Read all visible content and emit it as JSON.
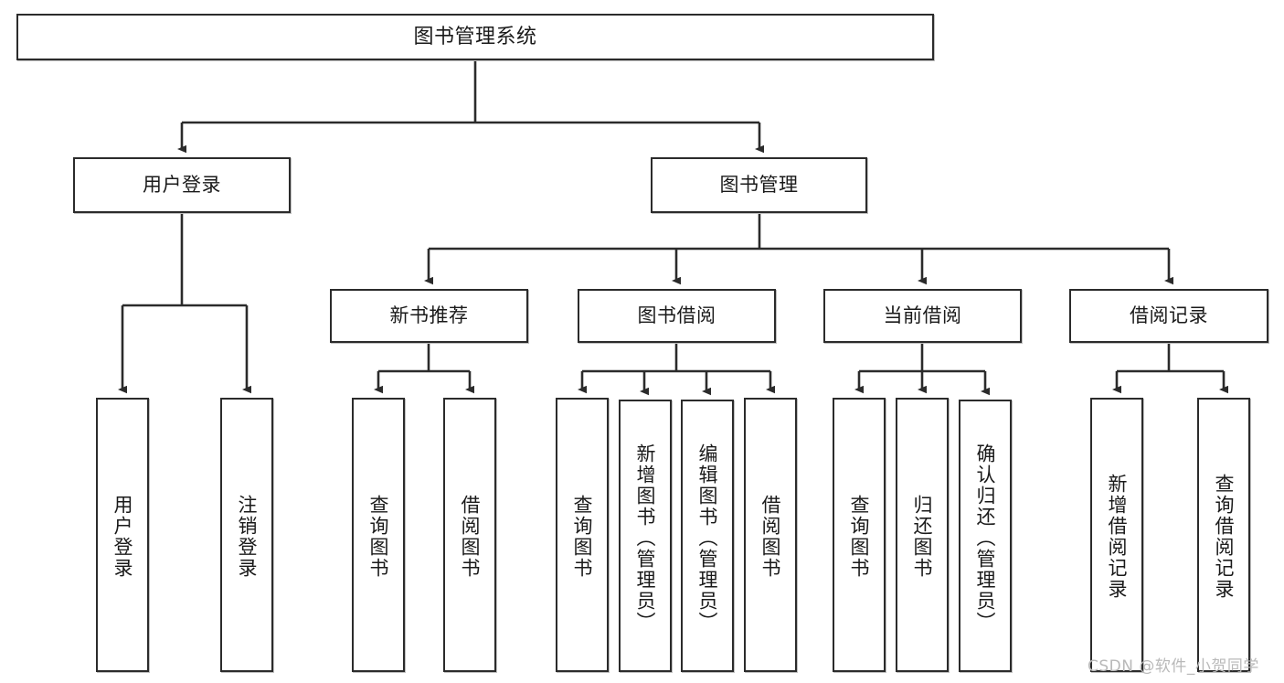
{
  "diagram": {
    "title": "图书管理系统",
    "type": "tree-hierarchy-chart",
    "watermark": "CSDN @软件_小贺同学",
    "colors": {
      "box_border": "#2b2b2b",
      "box_fill": "#ffffff",
      "edge": "#2b2b2b",
      "text": "#1a1a1a",
      "watermark": "#b9b9b9"
    },
    "nodes": {
      "root": {
        "label": "图书管理系统"
      },
      "level2": [
        {
          "id": "user-login",
          "label": "用户登录"
        },
        {
          "id": "book-manage",
          "label": "图书管理"
        }
      ],
      "level3": [
        {
          "id": "new-book-rec",
          "label": "新书推荐"
        },
        {
          "id": "book-borrow",
          "label": "图书借阅"
        },
        {
          "id": "current-borrow",
          "label": "当前借阅"
        },
        {
          "id": "borrow-record",
          "label": "借阅记录"
        }
      ],
      "leaves": [
        {
          "id": "leaf-user-login",
          "label": "用户登录"
        },
        {
          "id": "leaf-logout-login",
          "label": "注销登录"
        },
        {
          "id": "leaf-query-book-1",
          "label": "查询图书"
        },
        {
          "id": "leaf-borrow-book-1",
          "label": "借阅图书"
        },
        {
          "id": "leaf-query-book-2",
          "label": "查询图书"
        },
        {
          "id": "leaf-add-book",
          "label": "新增图书（管理员）"
        },
        {
          "id": "leaf-edit-book",
          "label": "编辑图书（管理员）"
        },
        {
          "id": "leaf-borrow-book-2",
          "label": "借阅图书"
        },
        {
          "id": "leaf-query-book-3",
          "label": "查询图书"
        },
        {
          "id": "leaf-return-book",
          "label": "归还图书"
        },
        {
          "id": "leaf-confirm-return",
          "label": "确认归还（管理员）"
        },
        {
          "id": "leaf-add-record",
          "label": "新增借阅记录"
        },
        {
          "id": "leaf-query-record",
          "label": "查询借阅记录"
        }
      ]
    }
  }
}
